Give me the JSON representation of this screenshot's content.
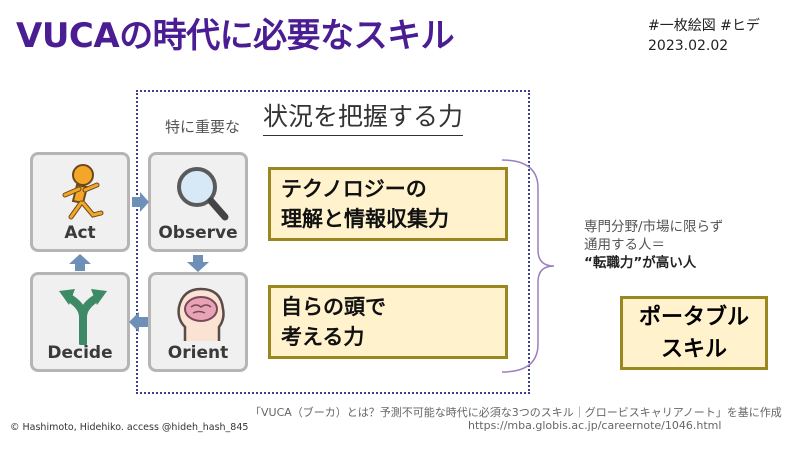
{
  "title": "VUCAの時代に必要なスキル",
  "tags": "#一枚絵図 #ヒデ",
  "date": "2023.02.02",
  "subtitle_prefix": "特に重要な",
  "subtitle_main": "状況を把握する力",
  "ooda": {
    "act": "Act",
    "observe": "Observe",
    "decide": "Decide",
    "orient": "Orient"
  },
  "skills": {
    "tech_line1": "テクノロジーの",
    "tech_line2": "理解と情報収集力",
    "think_line1": "自らの頭で",
    "think_line2": "考える力"
  },
  "note": {
    "line1": "専門分野/市場に限らず",
    "line2": "通用する人＝",
    "line3": "“転職力”が高い人"
  },
  "portable": {
    "line1": "ポータブル",
    "line2": "スキル"
  },
  "source": {
    "line1": "「VUCA（ブーカ）とは？予測不可能な時代に必須な3つのスキル｜グロービスキャリアノート」を基に作成",
    "line2": "https://mba.globis.ac.jp/careernote/1046.html"
  },
  "copyright": "© Hashimoto, Hidehiko.  access @hideh_hash_845",
  "colors": {
    "title": "#4b1d93",
    "skill_bg": "#fff2cc",
    "skill_border": "#9a8720",
    "arrow": "#6e90b8",
    "dotted_border": "#3f3f8f"
  }
}
